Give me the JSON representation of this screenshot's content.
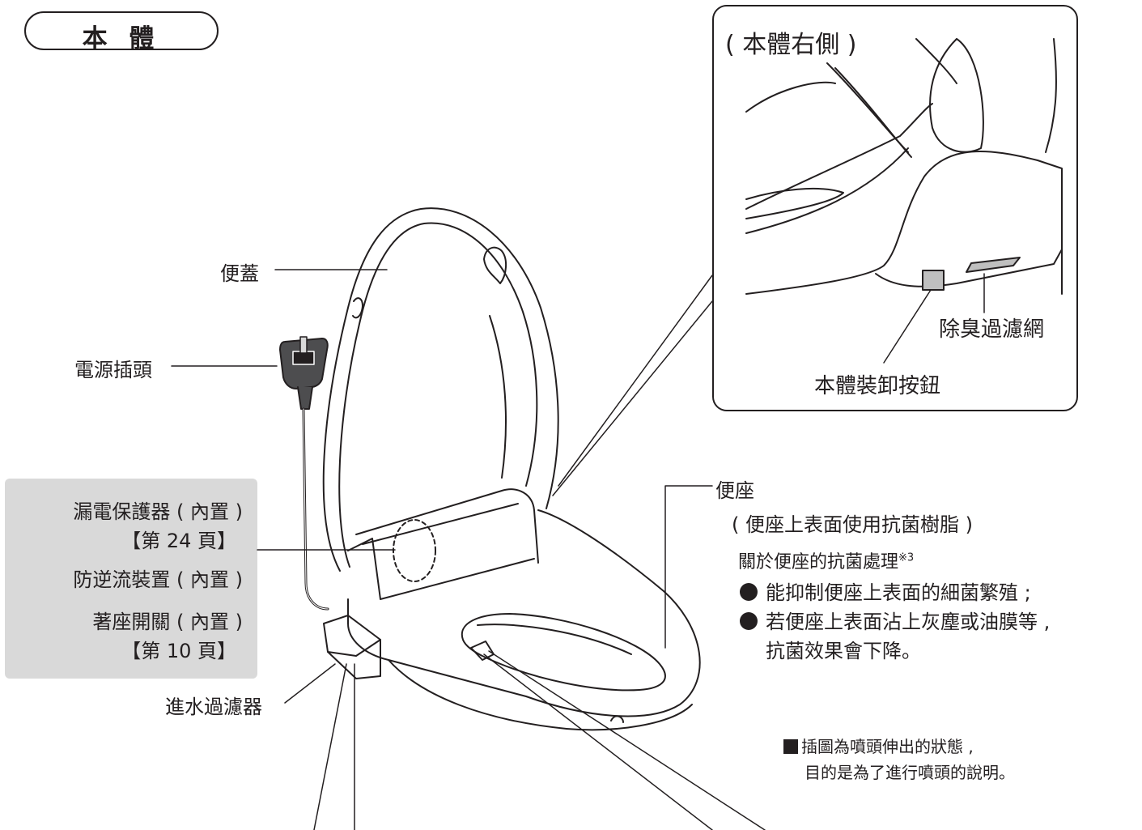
{
  "section_title": "本 體",
  "inset": {
    "heading": "( 本體右側 )",
    "deodorizer_filter": "除臭過濾網",
    "release_button": "本體裝卸按鈕"
  },
  "labels": {
    "lid": "便蓋",
    "power_plug": "電源插頭",
    "leakage_breaker": "漏電保護器 ( 內置 )",
    "leakage_breaker_ref": "【第 24 頁】",
    "backflow": "防逆流裝置 ( 內置 )",
    "seat_switch": "著座開關 ( 內置 )",
    "seat_switch_ref": "【第 10 頁】",
    "water_filter": "進水過濾器",
    "seat": "便座",
    "seat_material": "( 便座上表面使用抗菌樹脂 )",
    "antibacterial_title": "關於便座的抗菌處理",
    "antibacterial_sup": "※3",
    "bullet1": "能抑制便座上表面的細菌繁殖 ;",
    "bullet2_line1": "若便座上表面沾上灰塵或油膜等 ,",
    "bullet2_line2": "抗菌效果會下降。"
  },
  "notes": {
    "line1": "插圖為噴頭伸出的狀態 ,",
    "line2": "目的是為了進行噴頭的說明。"
  }
}
